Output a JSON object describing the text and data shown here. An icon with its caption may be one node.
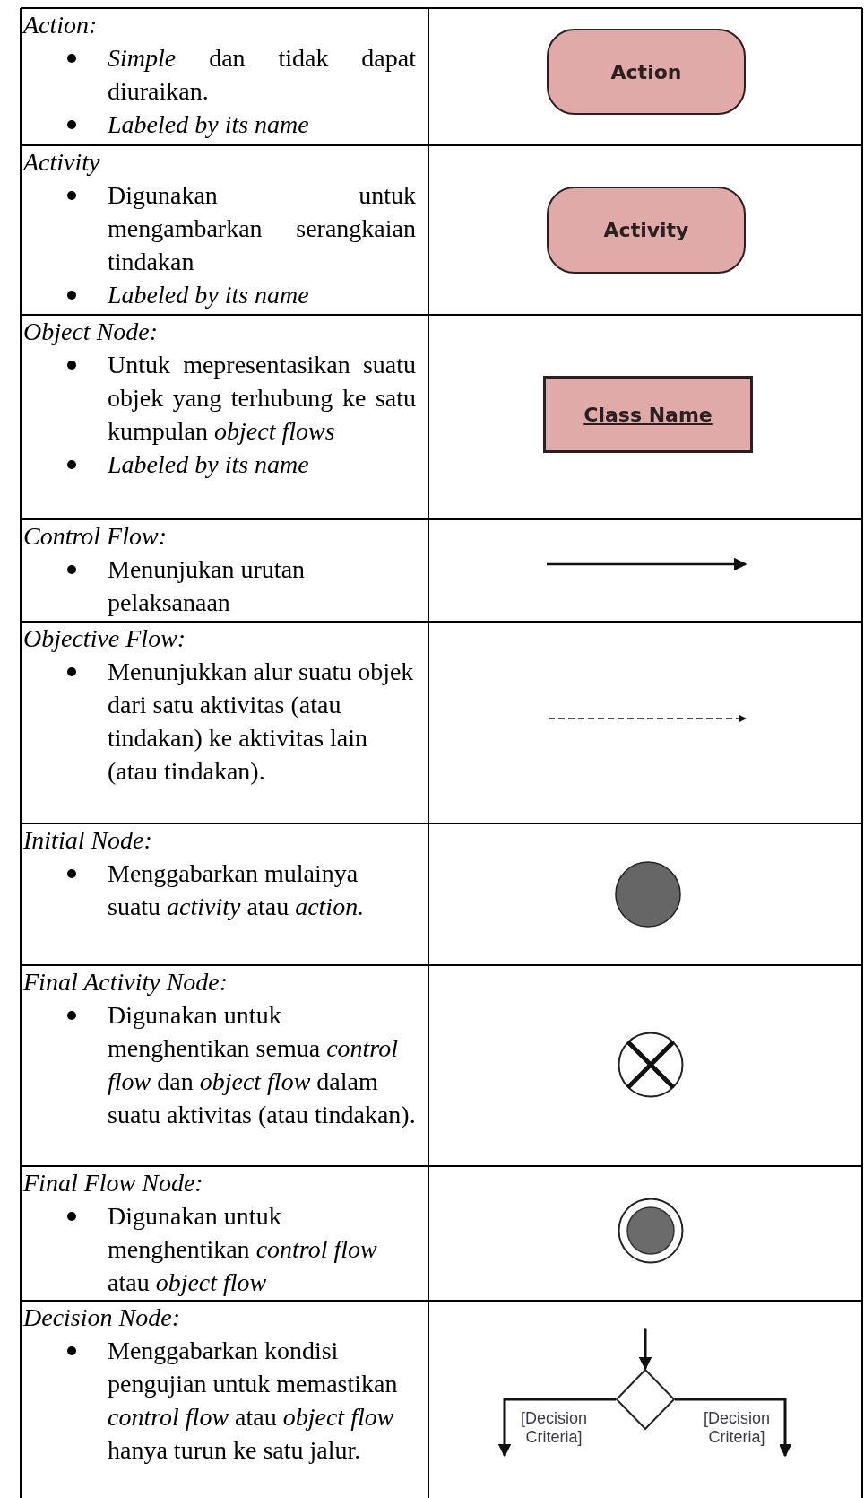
{
  "diagram": {
    "nodes": [
      {
        "text": [
          "Action"
        ]
      },
      {
        "text": [
          "Activity"
        ]
      },
      {
        "text": [
          "Class Name"
        ]
      },
      {
        "text": [],
        "shape": "circle"
      },
      {
        "text": [],
        "shape": "circle"
      },
      {
        "text": [],
        "shape": "circle"
      },
      {
        "text": [],
        "shape": "diamond"
      }
    ],
    "edges": [
      {
        "from": null,
        "to": 6,
        "arrow": "to"
      },
      {
        "from": 6,
        "to": null,
        "arrow": "to",
        "label": "[Decision Criteria]"
      },
      {
        "from": 6,
        "to": null,
        "arrow": "to",
        "label": "[Decision Criteria]"
      }
    ],
    "labels": [
      "Action:",
      "*Simple* dan tidak dapat diuraikan.",
      "Labeled by its name",
      "Activity",
      "Digunakan untuk mengambarkan serangkaian tindakan",
      "Labeled by its name",
      "Object Node:",
      "Untuk mepresentasikan suatu objek yang terhubung ke satu kumpulan *object flows*",
      "Labeled by its name",
      "Control Flow:",
      "Menunjukan urutan pelaksanaan",
      "Objective Flow:",
      "Menunjukkan alur suatu objek dari satu aktivitas (atau tindakan) ke aktivitas lain (atau tindakan).",
      "Initial Node:",
      "Menggabarkan mulainya suatu *activity* atau *action.*",
      "Final Activity Node:",
      "Digunakan untuk menghentikan semua *control flow* dan *object flow* dalam suatu aktivitas (atau tindakan).",
      "Final Flow Node:",
      "Digunakan untuk menghentikan *control flow* atau *object flow*",
      "Decision Node:",
      "Menggabarkan kondisi pengujian untuk memastikan *control flow* atau *object flow* hanya turun ke satu jalur."
    ]
  }
}
